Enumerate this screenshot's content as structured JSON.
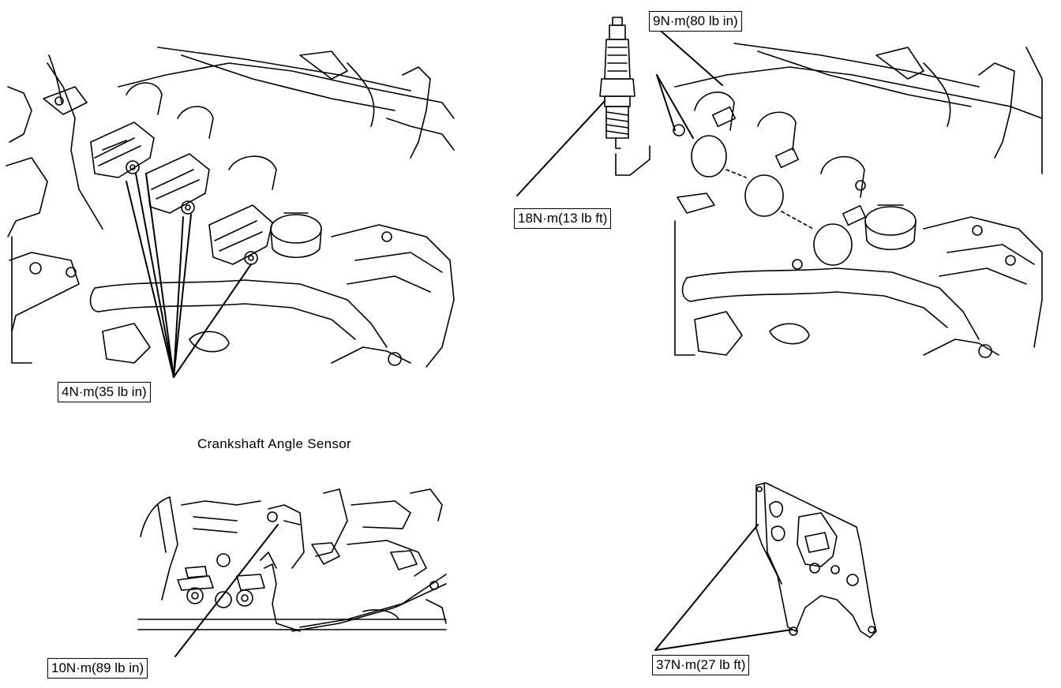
{
  "labels": {
    "torque_coil_bolts": "4N·m(35 lb in)",
    "torque_spark_plug": "18N·m(13 lb ft)",
    "torque_coil_cover": "9N·m(80 lb in)",
    "section_crank_sensor": "Crankshaft Angle Sensor",
    "torque_crank_sensor": "10N·m(89 lb in)",
    "torque_bracket": "37N·m(27 lb ft)"
  },
  "colors": {
    "ink": "#000000",
    "paper": "#ffffff"
  }
}
